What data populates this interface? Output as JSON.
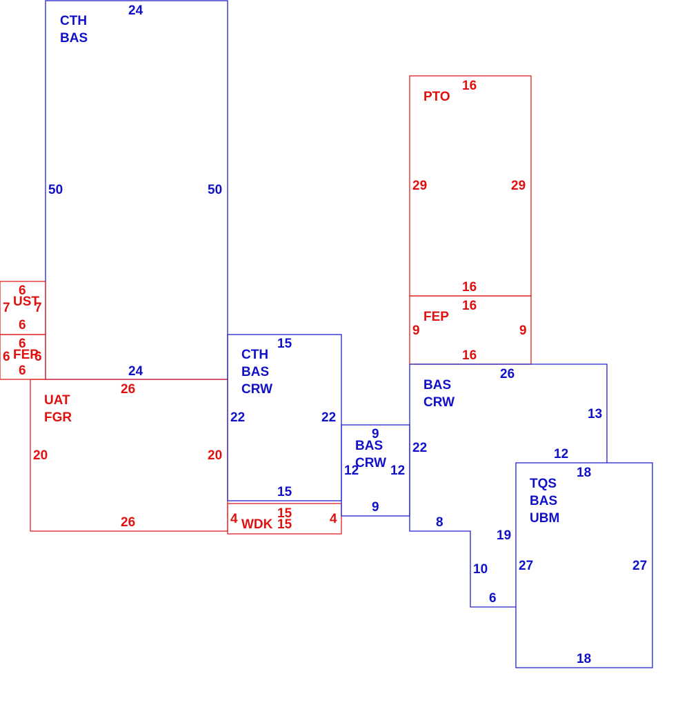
{
  "colors": {
    "blue": "#1010c8",
    "red": "#e01010"
  },
  "areas": [
    {
      "id": "a1",
      "color": "blue",
      "labels": [
        "CTH",
        "BAS"
      ],
      "dims": [
        "24",
        "50",
        "50",
        "24"
      ]
    },
    {
      "id": "a2",
      "color": "red",
      "labels": [
        "UST"
      ],
      "dims": [
        "6",
        "7",
        "7",
        "6"
      ]
    },
    {
      "id": "a3",
      "color": "red",
      "labels": [
        "FEP"
      ],
      "dims": [
        "6",
        "6",
        "6",
        "6"
      ]
    },
    {
      "id": "a4",
      "color": "red",
      "labels": [
        "UAT",
        "FGR"
      ],
      "dims": [
        "26",
        "20",
        "20",
        "26"
      ]
    },
    {
      "id": "a5",
      "color": "blue",
      "labels": [
        "CTH",
        "BAS",
        "CRW"
      ],
      "dims": [
        "15",
        "22",
        "22",
        "15"
      ]
    },
    {
      "id": "a6",
      "color": "red",
      "labels": [
        "WDK"
      ],
      "dims": [
        "15",
        "4",
        "4",
        "15"
      ]
    },
    {
      "id": "a7",
      "color": "blue",
      "labels": [
        "BAS",
        "CRW"
      ],
      "dims": [
        "9",
        "12",
        "12",
        "9"
      ]
    },
    {
      "id": "a8",
      "color": "red",
      "labels": [
        "PTO"
      ],
      "dims": [
        "16",
        "29",
        "29",
        "16"
      ]
    },
    {
      "id": "a9",
      "color": "red",
      "labels": [
        "FEP"
      ],
      "dims": [
        "16",
        "9",
        "9",
        "16"
      ]
    },
    {
      "id": "a10",
      "color": "blue",
      "labels": [
        "BAS",
        "CRW"
      ],
      "dims": [
        "26",
        "13",
        "12",
        "19",
        "22",
        "8",
        "10",
        "6"
      ]
    },
    {
      "id": "a11",
      "color": "blue",
      "labels": [
        "TQS",
        "BAS",
        "UBM"
      ],
      "dims": [
        "18",
        "27",
        "27",
        "18"
      ]
    }
  ]
}
